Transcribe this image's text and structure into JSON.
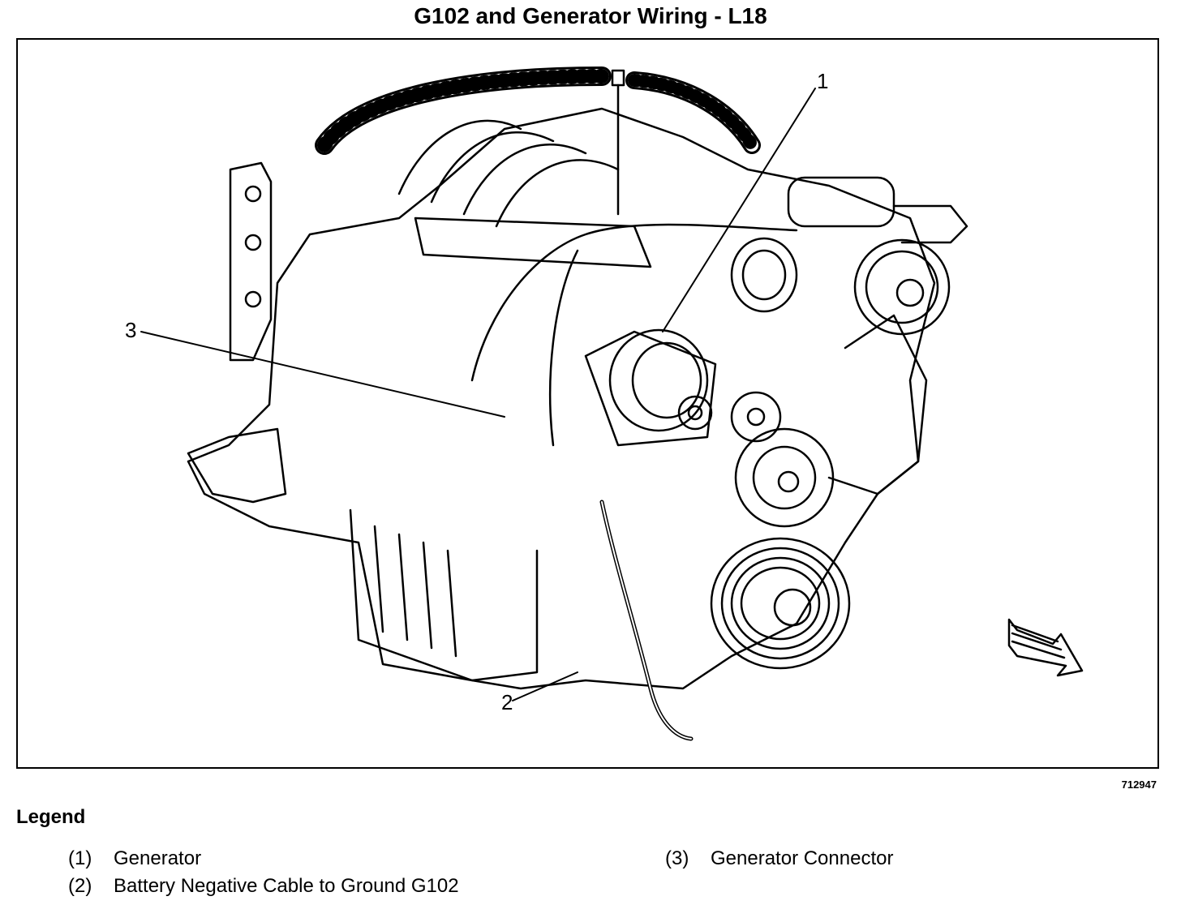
{
  "title": "G102 and Generator Wiring - L18",
  "figure_id": "712947",
  "callouts": [
    "1",
    "2",
    "3"
  ],
  "legend": {
    "heading": "Legend",
    "items": [
      {
        "num": "(1)",
        "label": "Generator"
      },
      {
        "num": "(2)",
        "label": "Battery Negative Cable to Ground G102"
      },
      {
        "num": "(3)",
        "label": "Generator Connector"
      }
    ]
  },
  "colors": {
    "ink": "#000000",
    "background": "#ffffff"
  }
}
